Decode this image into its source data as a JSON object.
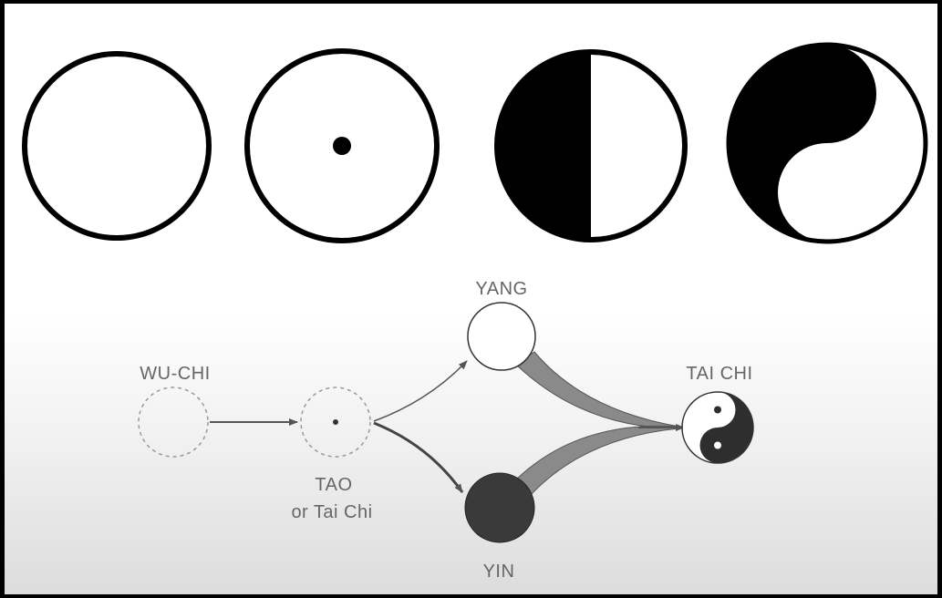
{
  "labels": {
    "wu_chi": "WU-CHI",
    "tao": "TAO",
    "tao_sub": "or Tai Chi",
    "yang": "YANG",
    "yin": "YIN",
    "tai_chi": "TAI CHI"
  },
  "colors": {
    "background": "#ffffff",
    "frame": "#000000",
    "label": "#666666",
    "yin_fill": "#3a3a3a",
    "flow_band": "#8a8a8a"
  }
}
